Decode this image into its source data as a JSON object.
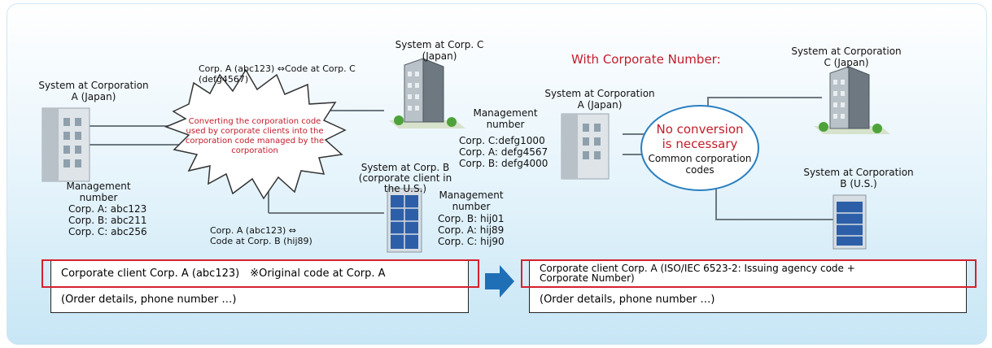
{
  "left": {
    "corp_a_label": "System at Corporation\nA (Japan)",
    "corp_c_label": "System at Corp. C\n(Japan)",
    "corp_b_label": "System at Corp. B\n(corporate client in\nthe U.S.)",
    "map_ac": "Corp. A (abc123) ⇔Code at Corp. C\n(defg4567)",
    "map_ab": "Corp. A (abc123) ⇔\nCode at Corp. B (hij89)",
    "burst_text": "Converting the corporation code\nused by corporate clients into the\ncorporation code managed by the\ncorporation",
    "mgmt_a": {
      "title": "Management\nnumber",
      "lines": "Corp. A: abc123\nCorp. B: abc211\nCorp. C: abc256"
    },
    "mgmt_c": {
      "title": "Management\nnumber",
      "lines": "Corp. C:defg1000\nCorp. A: defg4567\nCorp. B: defg4000"
    },
    "mgmt_b": {
      "title": "Management\nnumber",
      "lines": "Corp. B: hij01\nCorp. A: hij89\nCorp. C: hij90"
    },
    "record_line1": "Corporate client Corp. A (abc123)　※Original code at Corp. A",
    "record_line2": "(Order details, phone number …)"
  },
  "right": {
    "heading": "With Corporate Number:",
    "corp_a_label": "System at Corporation\nA (Japan)",
    "corp_c_label": "System at Corporation\nC (Japan)",
    "corp_b_label": "System at Corporation\nB (U.S.)",
    "bubble_title": "No conversion\nis necessary",
    "bubble_sub": "Common corporation\ncodes",
    "record_line1": "Corporate client Corp. A (ISO/IEC 6523-2: Issuing agency code +\nCorporate Number)",
    "record_line2": "(Order details, phone number …)"
  },
  "colors": {
    "highlight": "#d6202f",
    "arrow": "#1f6fb6",
    "red_text": "#c21d2b",
    "bubble_stroke": "#2a7fc0"
  }
}
